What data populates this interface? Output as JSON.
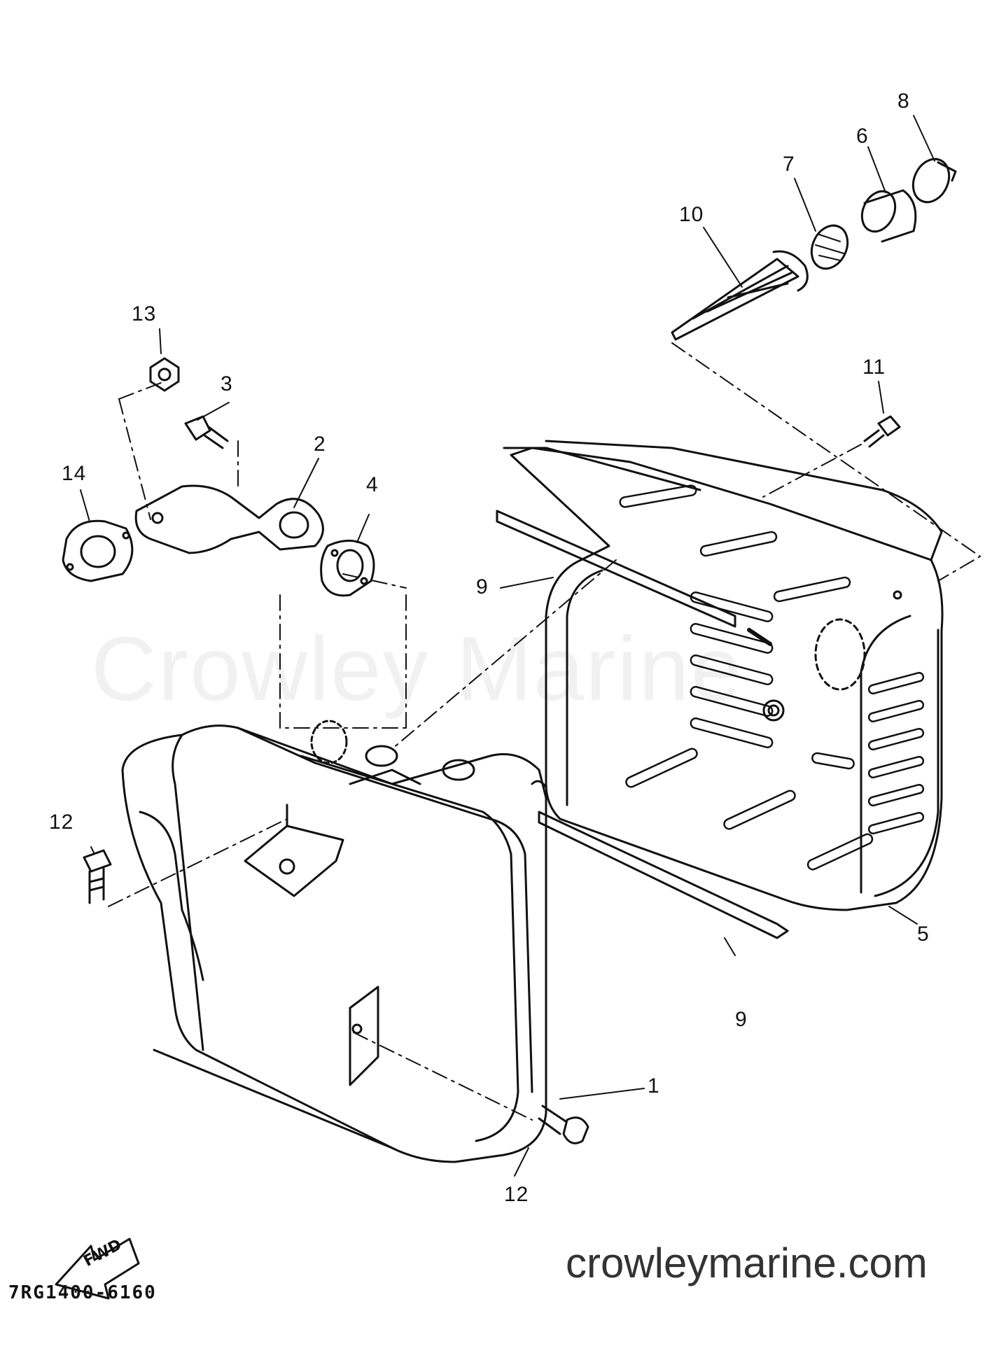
{
  "watermark": "Crowley Marine",
  "site_url": "crowleymarine.com",
  "diagram_code": "7RG1400-6160",
  "fwd_label": "FWD",
  "callouts": {
    "c1": "1",
    "c2": "2",
    "c3": "3",
    "c4": "4",
    "c5": "5",
    "c6": "6",
    "c7": "7",
    "c8": "8",
    "c9a": "9",
    "c9b": "9",
    "c10": "10",
    "c11": "11",
    "c12a": "12",
    "c12b": "12",
    "c13": "13",
    "c14": "14"
  }
}
